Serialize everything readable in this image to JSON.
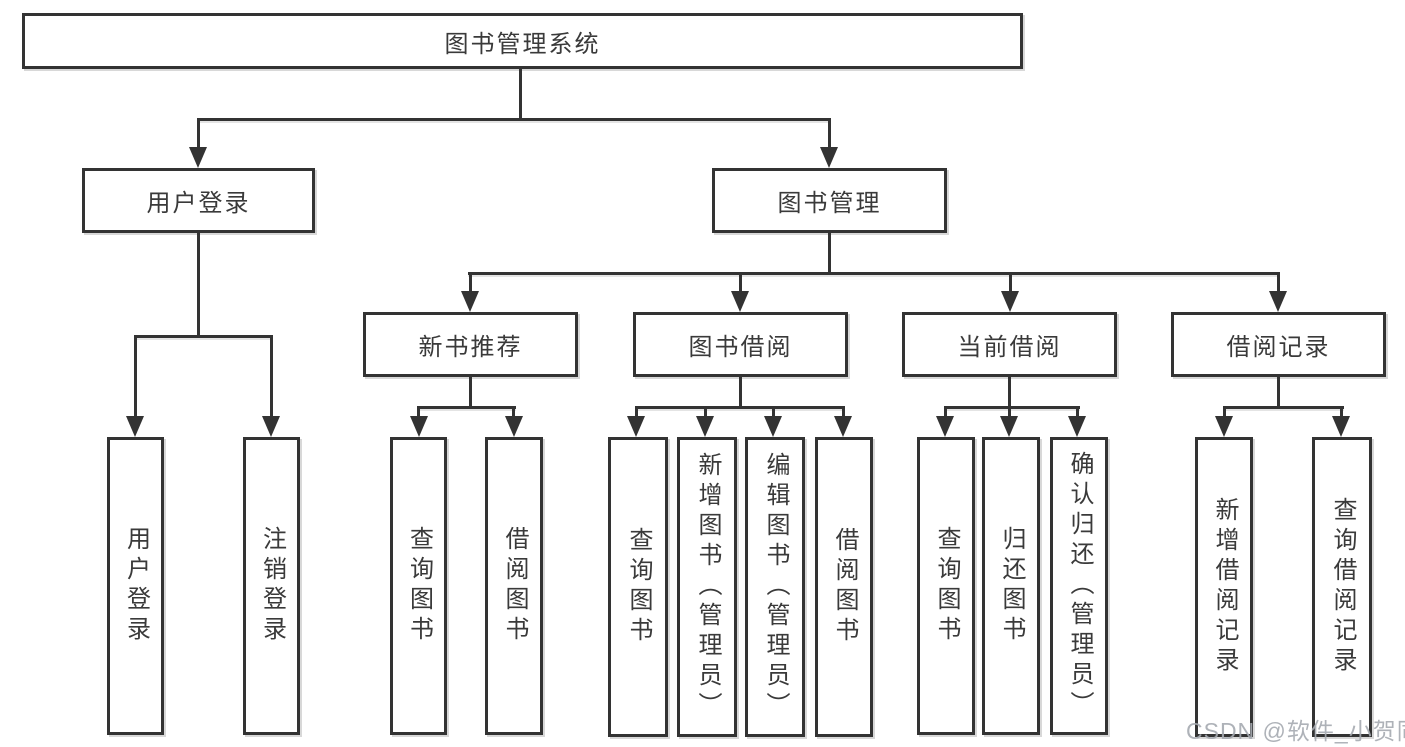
{
  "diagram_type": "hierarchy-flowchart",
  "nodes": {
    "root": "图书管理系统",
    "user_login": "用户登录",
    "book_mgmt": "图书管理",
    "new_books": "新书推荐",
    "book_borrow": "图书借阅",
    "current_borrow": "当前借阅",
    "borrow_records": "借阅记录"
  },
  "leaves": {
    "user_login": [
      "用户登录",
      "注销登录"
    ],
    "new_books": [
      "查询图书",
      "借阅图书"
    ],
    "book_borrow": [
      "查询图书",
      "新增图书（管理员）",
      "编辑图书（管理员）",
      "借阅图书"
    ],
    "current_borrow": [
      "查询图书",
      "归还图书",
      "确认归还（管理员）"
    ],
    "borrow_records": [
      "新增借阅记录",
      "查询借阅记录"
    ]
  },
  "watermark": "CSDN @软件_小贺同学",
  "colors": {
    "line": "#333333",
    "text": "#3a3a3a",
    "box_background": "#ffffff",
    "page_background": "#ffffff",
    "watermark": "#a5aab0"
  }
}
